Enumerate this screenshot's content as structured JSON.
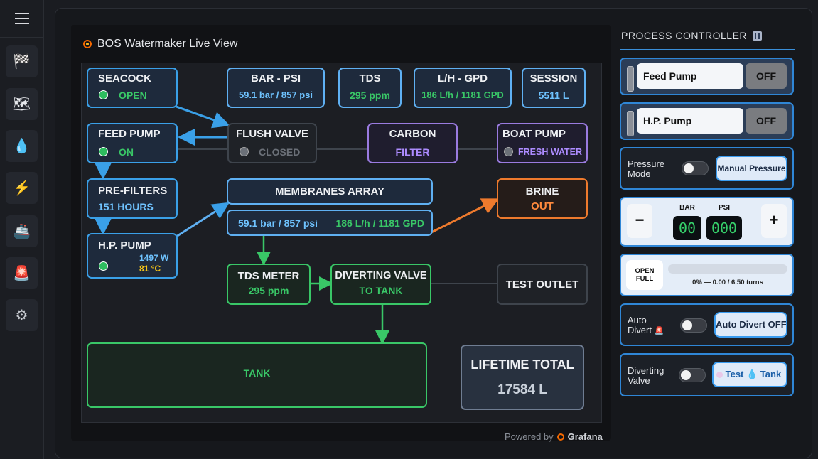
{
  "sidebar": {
    "items": [
      {
        "icon": "checkered-flag-icon",
        "glyph": "🏁"
      },
      {
        "icon": "map-icon",
        "glyph": "🗺"
      },
      {
        "icon": "water-drop-icon",
        "glyph": "💧"
      },
      {
        "icon": "lightning-icon",
        "glyph": "⚡"
      },
      {
        "icon": "ship-icon",
        "glyph": "🚢"
      },
      {
        "icon": "siren-icon",
        "glyph": "🚨"
      },
      {
        "icon": "gear-icon",
        "glyph": "⚙"
      }
    ]
  },
  "panel": {
    "title": "BOS Watermaker Live View",
    "powered_by": "Powered by",
    "grafana": "Grafana"
  },
  "diagram": {
    "seacock": {
      "title": "SEACOCK",
      "status": "OPEN"
    },
    "bar_psi": {
      "title": "BAR - PSI",
      "value": "59.1 bar / 857 psi"
    },
    "tds": {
      "title": "TDS",
      "value": "295 ppm"
    },
    "lh_gpd": {
      "title": "L/H - GPD",
      "value": "186 L/h / 1181 GPD"
    },
    "session": {
      "title": "SESSION",
      "value": "5511 L"
    },
    "feed_pump": {
      "title": "FEED PUMP",
      "status": "ON"
    },
    "flush_valve": {
      "title": "FLUSH VALVE",
      "status": "CLOSED"
    },
    "carbon": {
      "title": "CARBON",
      "status": "FILTER"
    },
    "boat_pump": {
      "title": "BOAT PUMP",
      "status": "FRESH WATER"
    },
    "pre_filters": {
      "title": "PRE-FILTERS",
      "value": "151 HOURS"
    },
    "membranes": {
      "title": "MEMBRANES ARRAY",
      "pressure": "59.1 bar / 857 psi",
      "flow": "186 L/h / 1181 GPD"
    },
    "brine": {
      "title": "BRINE",
      "status": "OUT"
    },
    "hp_pump": {
      "title": "H.P. PUMP",
      "power": "1497 W",
      "temp": "81 °C"
    },
    "tds_meter": {
      "title": "TDS METER",
      "value": "295 ppm"
    },
    "diverting_valve": {
      "title": "DIVERTING VALVE",
      "status": "TO TANK"
    },
    "test_outlet": {
      "title": "TEST OUTLET"
    },
    "tank": {
      "title": "TANK"
    },
    "lifetime": {
      "title": "LIFETIME TOTAL",
      "value": "17584 L"
    }
  },
  "controller": {
    "title": "PROCESS CONTROLLER",
    "title_icon": "control-knobs-icon",
    "feed_pump": {
      "label": "Feed Pump",
      "state": "OFF"
    },
    "hp_pump": {
      "label": "H.P. Pump",
      "state": "OFF"
    },
    "pressure_mode": {
      "label": "Pressure Mode",
      "button": "Manual Pressure",
      "toggle_on": false
    },
    "pressure_setpoint": {
      "minus": "−",
      "plus": "+",
      "bar_label": "BAR",
      "psi_label": "PSI",
      "bar_value": "00",
      "psi_value": "000"
    },
    "valve": {
      "button": "OPEN FULL",
      "progress_text": "0% — 0.00 / 6.50 turns",
      "progress_fraction": 0
    },
    "auto_divert": {
      "label": "Auto Divert",
      "button": "Auto Divert OFF",
      "toggle_on": false
    },
    "diverting_valve": {
      "label": "Diverting Valve",
      "button": "Test 💧 Tank",
      "toggle_on": false
    }
  },
  "colors": {
    "blue": "#3aa0e8",
    "green": "#39c767",
    "purple": "#9a7be0",
    "orange": "#ee7a2d",
    "grey": "#3e444c"
  }
}
